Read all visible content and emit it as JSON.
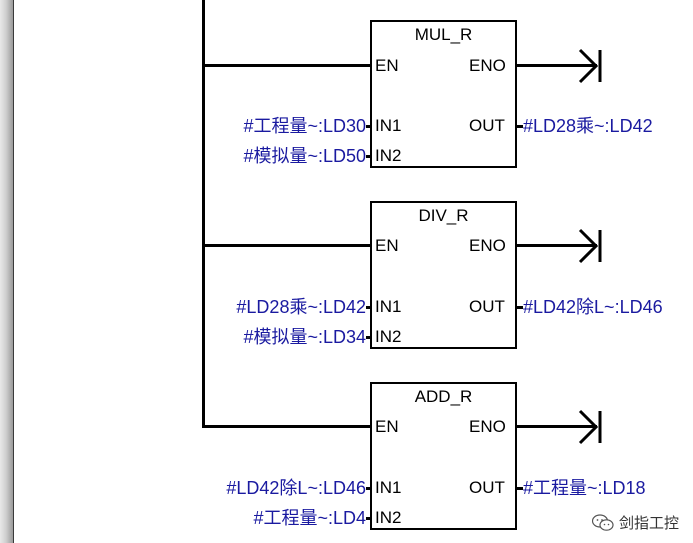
{
  "blocks": [
    {
      "name": "MUL_R",
      "en": "EN",
      "eno": "ENO",
      "in1": "IN1",
      "in2": "IN2",
      "out": "OUT",
      "in1_param": "#工程量~:LD30",
      "in2_param": "#模拟量~:LD50",
      "out_param": "#LD28乘~:LD42"
    },
    {
      "name": "DIV_R",
      "en": "EN",
      "eno": "ENO",
      "in1": "IN1",
      "in2": "IN2",
      "out": "OUT",
      "in1_param": "#LD28乘~:LD42",
      "in2_param": "#模拟量~:LD34",
      "out_param": "#LD42除L~:LD46"
    },
    {
      "name": "ADD_R",
      "en": "EN",
      "eno": "ENO",
      "in1": "IN1",
      "in2": "IN2",
      "out": "OUT",
      "in1_param": "#LD42除L~:LD46",
      "in2_param": "#工程量~:LD4",
      "out_param": "#工程量~:LD18"
    }
  ],
  "watermark": {
    "text": "剑指工控",
    "icon": "wechat-icon"
  }
}
